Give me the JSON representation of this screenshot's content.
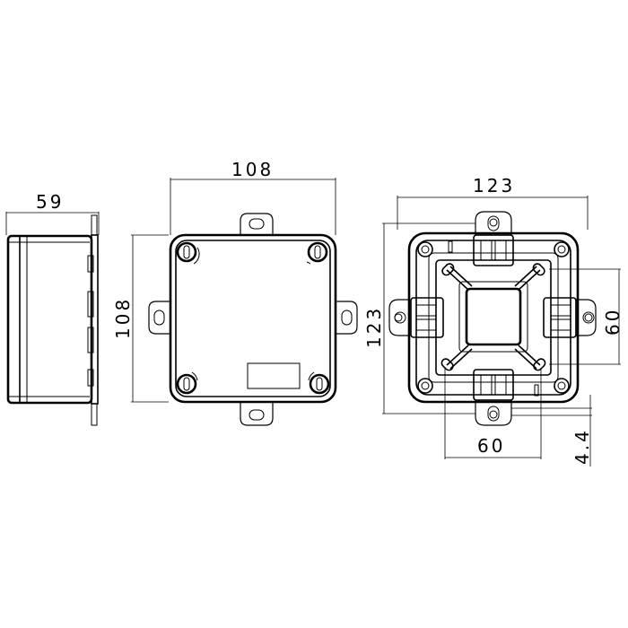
{
  "views": {
    "side": {
      "depth_label": "59"
    },
    "front": {
      "width_label": "108",
      "height_label": "108"
    },
    "back": {
      "width_label": "123",
      "height_label": "123",
      "inner_vertical_label": "60",
      "inner_horizontal_label": "60",
      "offset_label": "4.4"
    }
  },
  "colors": {
    "line": "#000000",
    "background": "#ffffff"
  }
}
